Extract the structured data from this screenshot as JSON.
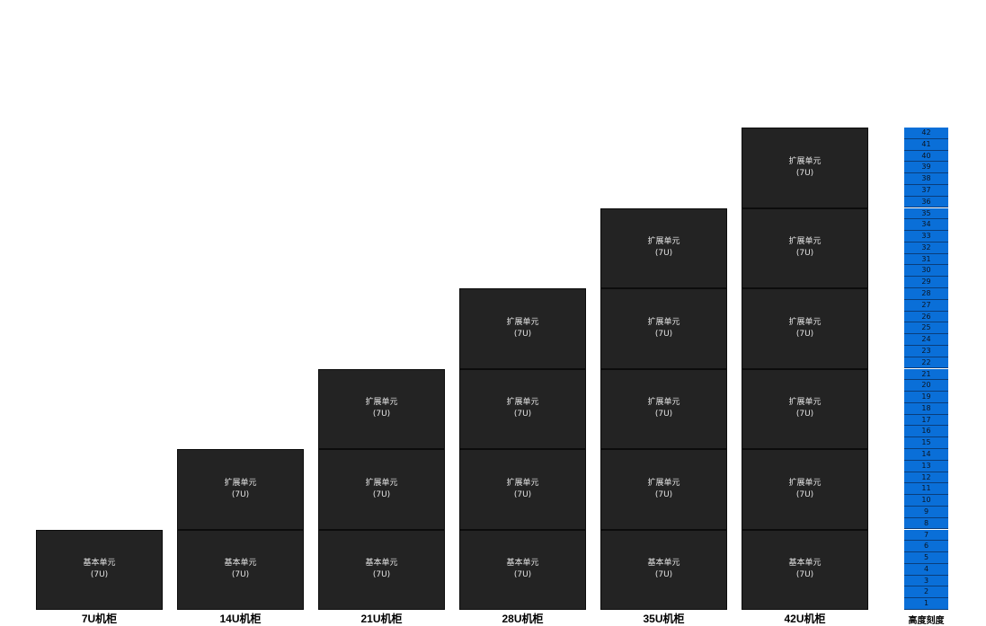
{
  "diagram": {
    "unit_size_u": 7,
    "cabinets": [
      {
        "label": "7U机柜",
        "units": [
          {
            "name": "基本单元",
            "size": "(7U)"
          }
        ]
      },
      {
        "label": "14U机柜",
        "units": [
          {
            "name": "基本单元",
            "size": "(7U)"
          },
          {
            "name": "扩展单元",
            "size": "(7U)"
          }
        ]
      },
      {
        "label": "21U机柜",
        "units": [
          {
            "name": "基本单元",
            "size": "(7U)"
          },
          {
            "name": "扩展单元",
            "size": "(7U)"
          },
          {
            "name": "扩展单元",
            "size": "(7U)"
          }
        ]
      },
      {
        "label": "28U机柜",
        "units": [
          {
            "name": "基本单元",
            "size": "(7U)"
          },
          {
            "name": "扩展单元",
            "size": "(7U)"
          },
          {
            "name": "扩展单元",
            "size": "(7U)"
          },
          {
            "name": "扩展单元",
            "size": "(7U)"
          }
        ]
      },
      {
        "label": "35U机柜",
        "units": [
          {
            "name": "基本单元",
            "size": "(7U)"
          },
          {
            "name": "扩展单元",
            "size": "(7U)"
          },
          {
            "name": "扩展单元",
            "size": "(7U)"
          },
          {
            "name": "扩展单元",
            "size": "(7U)"
          },
          {
            "name": "扩展单元",
            "size": "(7U)"
          }
        ]
      },
      {
        "label": "42U机柜",
        "units": [
          {
            "name": "基本单元",
            "size": "(7U)"
          },
          {
            "name": "扩展单元",
            "size": "(7U)"
          },
          {
            "name": "扩展单元",
            "size": "(7U)"
          },
          {
            "name": "扩展单元",
            "size": "(7U)"
          },
          {
            "name": "扩展单元",
            "size": "(7U)"
          },
          {
            "name": "扩展单元",
            "size": "(7U)"
          }
        ]
      }
    ],
    "scale": {
      "label": "高度刻度",
      "ticks": [
        "1",
        "2",
        "3",
        "4",
        "5",
        "6",
        "7",
        "8",
        "9",
        "10",
        "11",
        "12",
        "13",
        "14",
        "15",
        "16",
        "17",
        "18",
        "19",
        "20",
        "21",
        "22",
        "23",
        "24",
        "25",
        "26",
        "27",
        "28",
        "29",
        "30",
        "31",
        "32",
        "33",
        "34",
        "35",
        "36",
        "37",
        "38",
        "39",
        "40",
        "41",
        "42"
      ]
    },
    "colors": {
      "unit_fill": "#232323",
      "unit_text": "#e6e6e6",
      "scale_fill": "#0a6fd8"
    }
  }
}
